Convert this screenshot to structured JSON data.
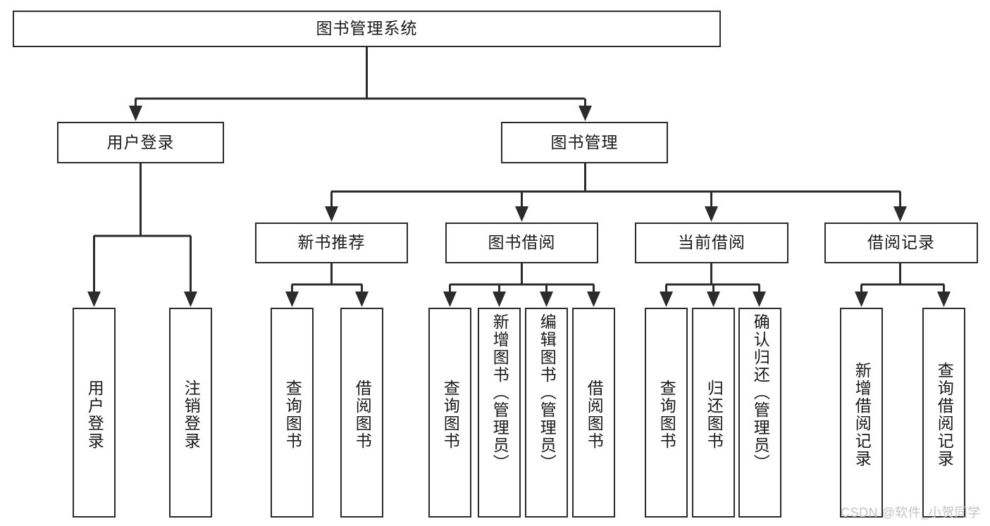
{
  "diagram": {
    "title": "图书管理系统",
    "root": {
      "label": "图书管理系统"
    },
    "level2": [
      {
        "label": "用户登录"
      },
      {
        "label": "图书管理"
      }
    ],
    "level3": [
      {
        "label": "新书推荐"
      },
      {
        "label": "图书借阅"
      },
      {
        "label": "当前借阅"
      },
      {
        "label": "借阅记录"
      }
    ],
    "leaves": {
      "user_login": [
        {
          "label": "用户登录"
        },
        {
          "label": "注销登录"
        }
      ],
      "new_book_recommend": [
        {
          "label": "查询图书"
        },
        {
          "label": "借阅图书"
        }
      ],
      "book_borrow": [
        {
          "label": "查询图书"
        },
        {
          "label": "新增图书（管理员）"
        },
        {
          "label": "编辑图书（管理员）"
        },
        {
          "label": "借阅图书"
        }
      ],
      "current_borrow": [
        {
          "label": "查询图书"
        },
        {
          "label": "归还图书"
        },
        {
          "label": "确认归还（管理员）"
        }
      ],
      "borrow_record": [
        {
          "label": "新增借阅记录"
        },
        {
          "label": "查询借阅记录"
        }
      ]
    }
  },
  "watermark": {
    "text": "CSDN @软件_小贺同学"
  },
  "colors": {
    "stroke": "#2b2b2b",
    "box_fill": "#ffffff",
    "text": "#1a1a1a",
    "watermark": "#c3c3c3"
  }
}
